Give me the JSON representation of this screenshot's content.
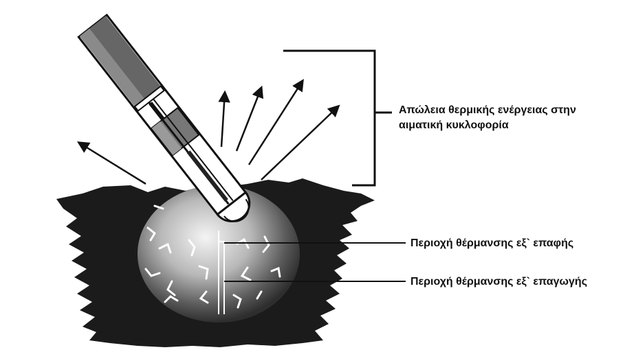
{
  "labels": {
    "heat_loss_line1": "Απώλεια θερμικής ενέργειας στην",
    "heat_loss_line2": "αιματική κυκλοφορία",
    "contact_heating": "Περιοχή θέρμανσης εξ` επαφής",
    "conduction_heating": "Περιοχή θέρμανσης εξ` επαγωγής"
  },
  "colors": {
    "tissue": "#1b1b1b",
    "ink": "#111111",
    "lesion_light": "#f2f2f2",
    "lesion_dark": "#2e2e2e"
  },
  "icons": {
    "probe": "ablation-probe-icon",
    "arrows": "heat-arrow-icon"
  }
}
